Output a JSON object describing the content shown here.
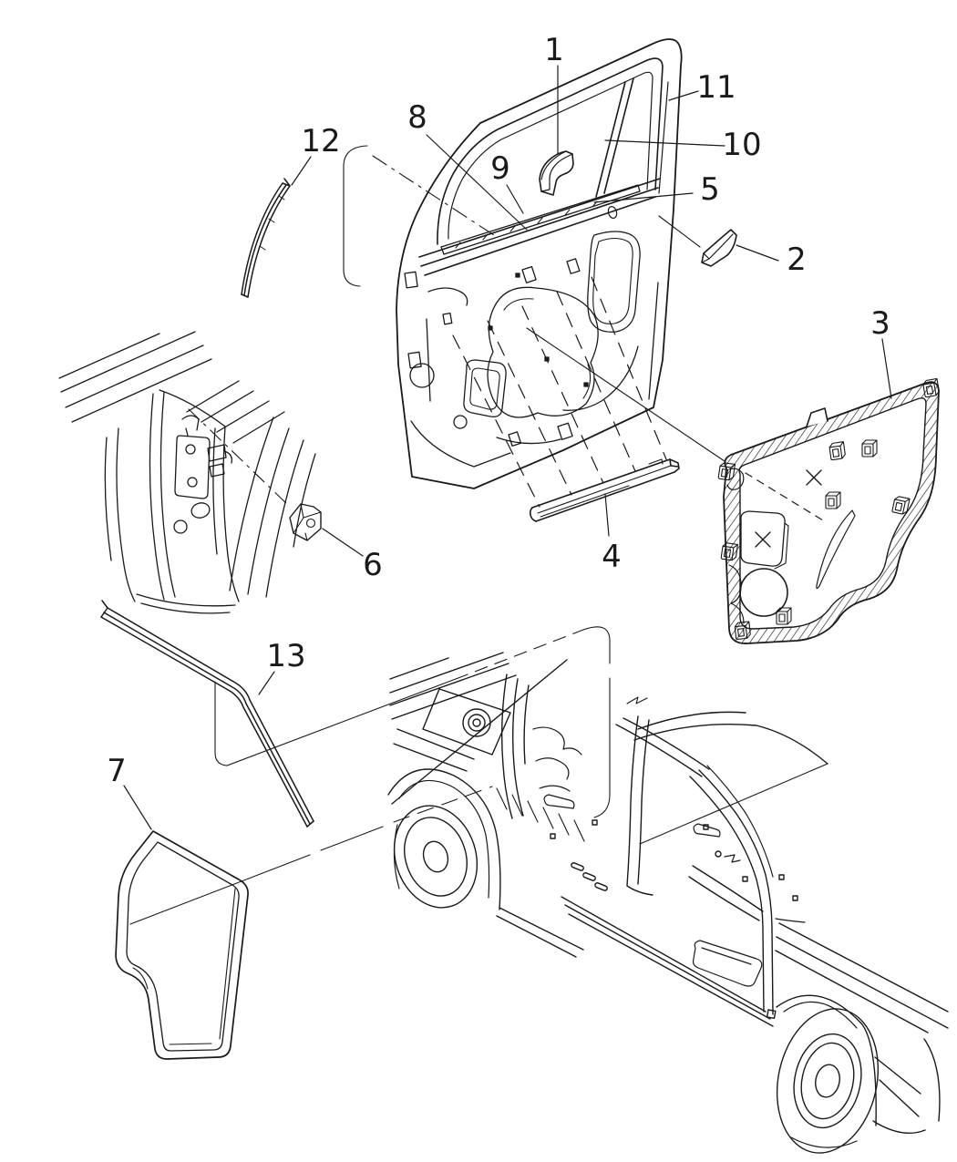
{
  "diagram": {
    "type": "exploded-parts-diagram",
    "colors": {
      "line": "#1a1a1a",
      "background": "#ffffff"
    },
    "callouts": [
      {
        "label": "1"
      },
      {
        "label": "2"
      },
      {
        "label": "3"
      },
      {
        "label": "4"
      },
      {
        "label": "5"
      },
      {
        "label": "6"
      },
      {
        "label": "7"
      },
      {
        "label": "8"
      },
      {
        "label": "9"
      },
      {
        "label": "10"
      },
      {
        "label": "11"
      },
      {
        "label": "12"
      },
      {
        "label": "13"
      }
    ]
  }
}
